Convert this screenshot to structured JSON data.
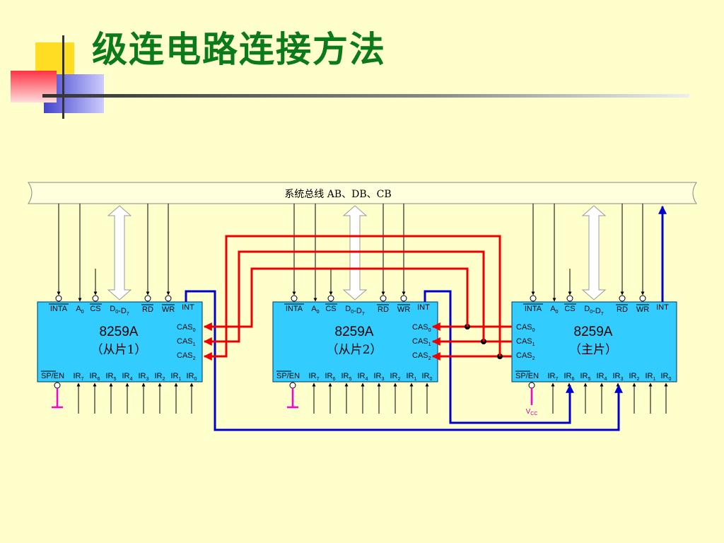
{
  "title": "级连电路连接方法",
  "bus_label": "系统总线 AB、DB、CB",
  "colors": {
    "title": "#0a7a1a",
    "chip": "#33ccff",
    "red_line": "#ee0000",
    "blue_line": "#0000cc",
    "pin_magenta": "#ff00cc"
  },
  "chips": [
    {
      "name": "8259A",
      "role": "（从片1）",
      "top_pins": [
        "INTA",
        "A",
        "CS",
        "D",
        "RD",
        "WR",
        "INT"
      ],
      "cas": [
        "CAS",
        "CAS",
        "CAS"
      ],
      "bottom_pins": [
        "SP/EN",
        "IR",
        "IR",
        "IR",
        "IR",
        "IR",
        "IR",
        "IR",
        "IR"
      ]
    },
    {
      "name": "8259A",
      "role": "（从片2）",
      "top_pins": [
        "INTA",
        "A",
        "CS",
        "D",
        "RD",
        "WR",
        "INT"
      ],
      "cas": [
        "CAS",
        "CAS",
        "CAS"
      ],
      "bottom_pins": [
        "SP/EN",
        "IR",
        "IR",
        "IR",
        "IR",
        "IR",
        "IR",
        "IR",
        "IR"
      ]
    },
    {
      "name": "8259A",
      "role": "（主片）",
      "top_pins": [
        "INTA",
        "A",
        "CS",
        "D",
        "RD",
        "WR",
        "INT"
      ],
      "cas": [
        "CAS",
        "CAS",
        "CAS"
      ],
      "bottom_pins": [
        "SP/EN",
        "IR",
        "IR",
        "IR",
        "IR",
        "IR",
        "IR",
        "IR",
        "IR"
      ]
    }
  ],
  "subscripts": {
    "a": "0",
    "d_from": "0",
    "d_dash": "-D",
    "d_to": "7",
    "cas": [
      "0",
      "1",
      "2"
    ],
    "ir": [
      "7",
      "6",
      "5",
      "4",
      "3",
      "2",
      "1",
      "0"
    ]
  },
  "vcc": {
    "base": "V",
    "sub": "CC"
  }
}
